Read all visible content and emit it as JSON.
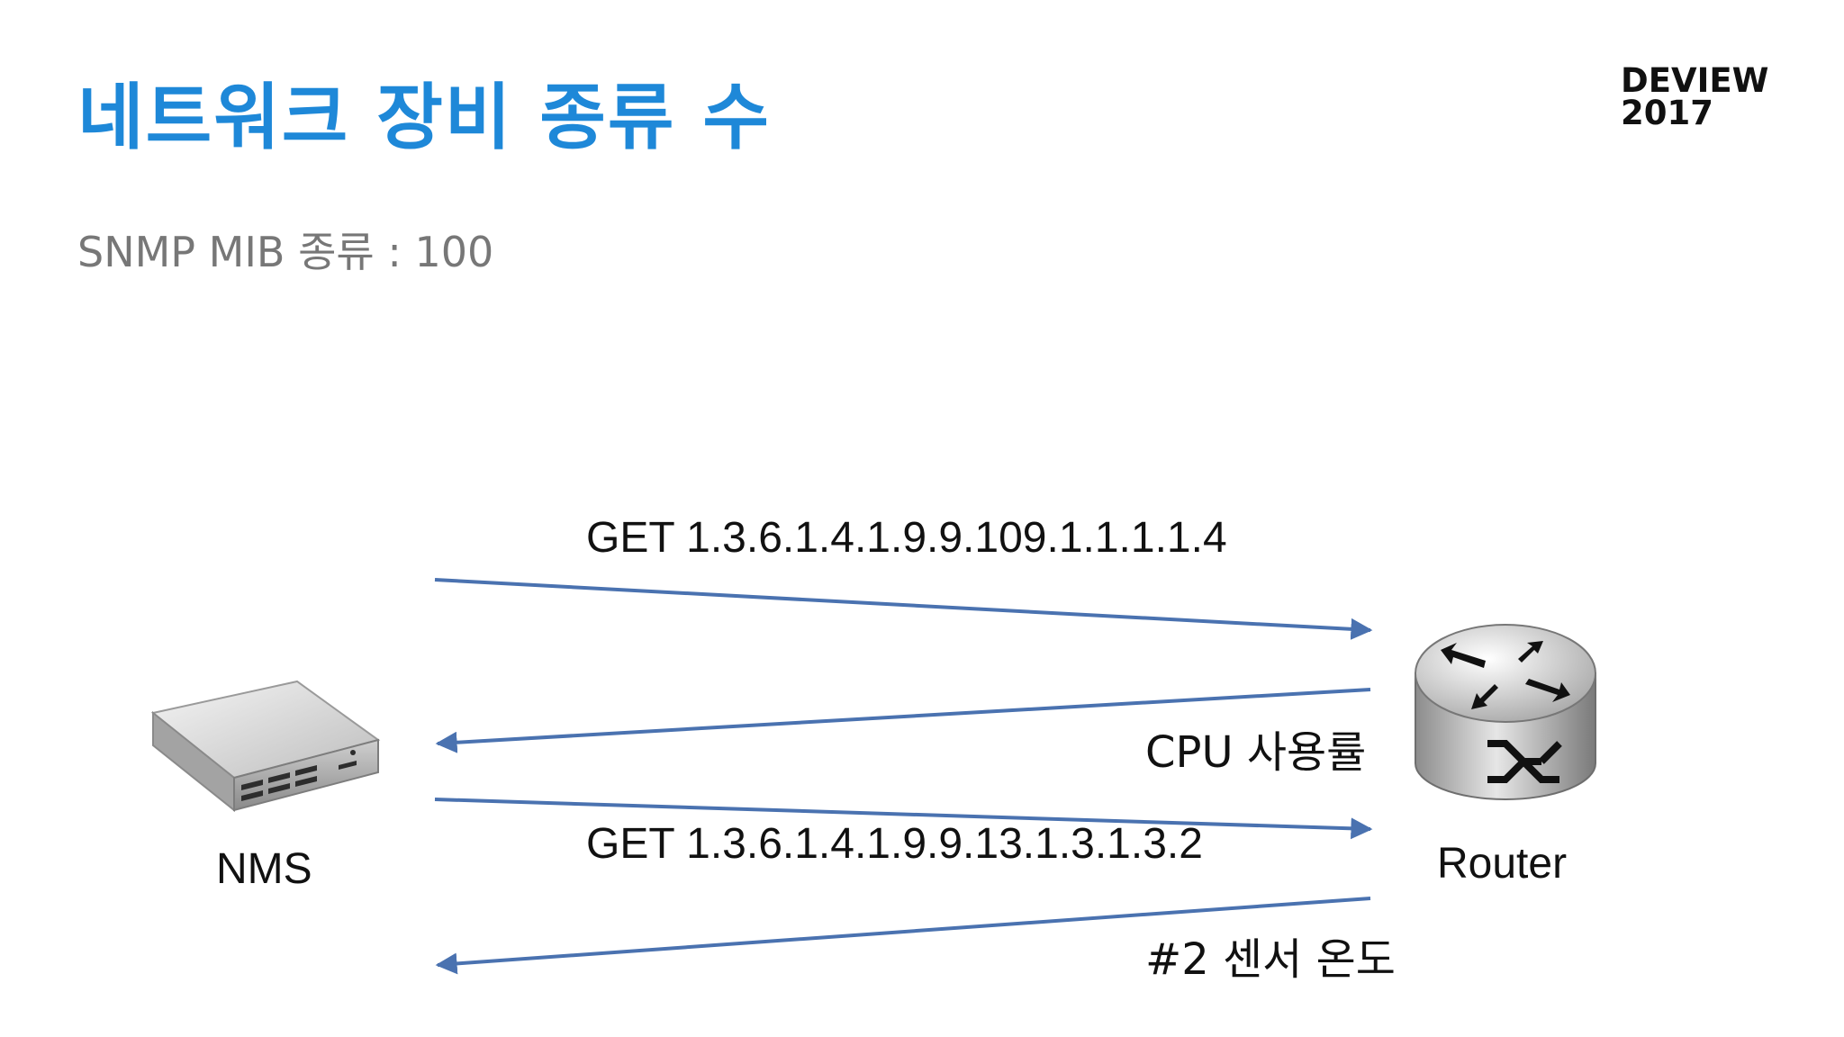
{
  "slide": {
    "title": "네트워크 장비 종류 수",
    "subtitle": "SNMP MIB 종류 : 100",
    "logo": {
      "line1": "DEVIEW",
      "line2": "2017"
    }
  },
  "diagram": {
    "nms_label": "NMS",
    "router_label": "Router",
    "messages": [
      {
        "text": "GET 1.3.6.1.4.1.9.9.109.1.1.1.1.4",
        "direction": "nms-to-router"
      },
      {
        "text": "CPU 사용률",
        "direction": "router-to-nms"
      },
      {
        "text": "GET 1.3.6.1.4.1.9.9.13.1.3.1.3.2",
        "direction": "nms-to-router"
      },
      {
        "text": "#2 센서 온도",
        "direction": "router-to-nms"
      }
    ]
  },
  "colors": {
    "title": "#1e88d8",
    "arrow": "#4a72b0",
    "subtitle": "#777777"
  },
  "icons": {
    "nms": "server-appliance-icon",
    "router": "router-icon"
  }
}
